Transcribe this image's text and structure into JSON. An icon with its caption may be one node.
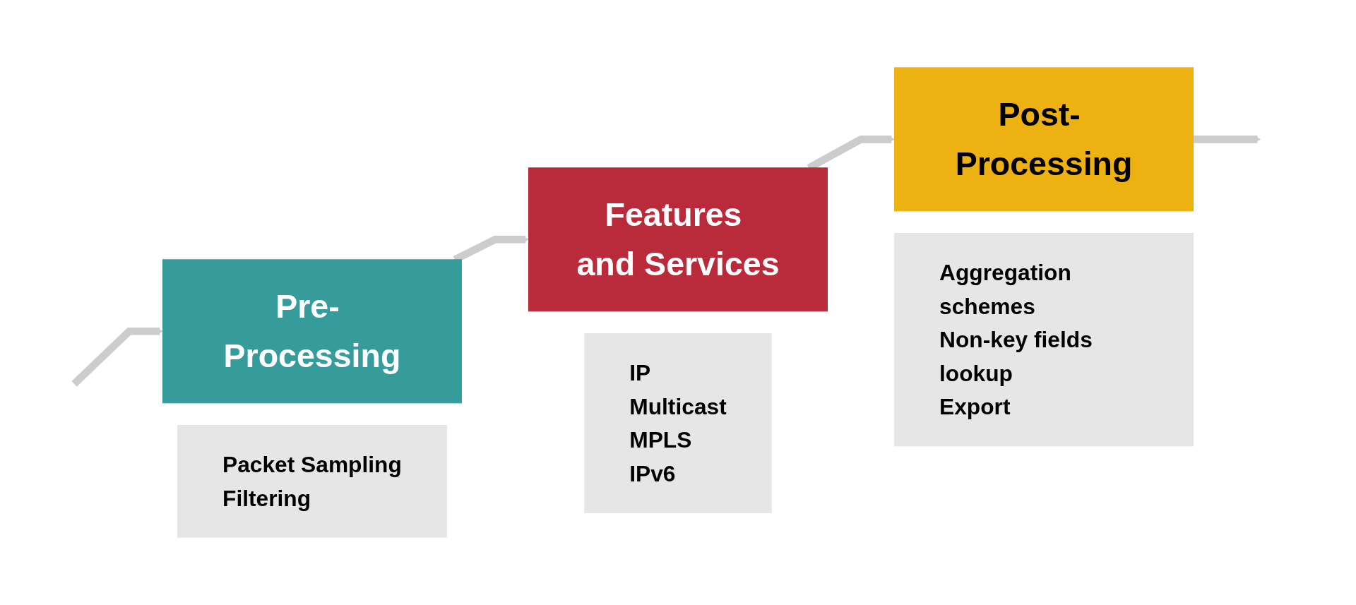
{
  "diagram": {
    "nodes": [
      {
        "text": [
          "Pre- Processing"
        ]
      },
      {
        "text": [
          "Packet Sampling",
          "Filtering"
        ]
      },
      {
        "text": [
          "Features and Services"
        ]
      },
      {
        "text": [
          "IP",
          "Multicast",
          "MPLS",
          "IPv6"
        ]
      },
      {
        "text": [
          "Post- Processing"
        ]
      },
      {
        "text": [
          "Aggregation schemes",
          "Non-key fields lookup",
          "Export"
        ]
      }
    ],
    "edges": [
      {
        "from": null,
        "to": 0,
        "arrow": "to"
      },
      {
        "from": 0,
        "to": 2,
        "arrow": "to"
      },
      {
        "from": 2,
        "to": 4,
        "arrow": "to"
      },
      {
        "from": 4,
        "to": null,
        "arrow": "to"
      }
    ]
  }
}
